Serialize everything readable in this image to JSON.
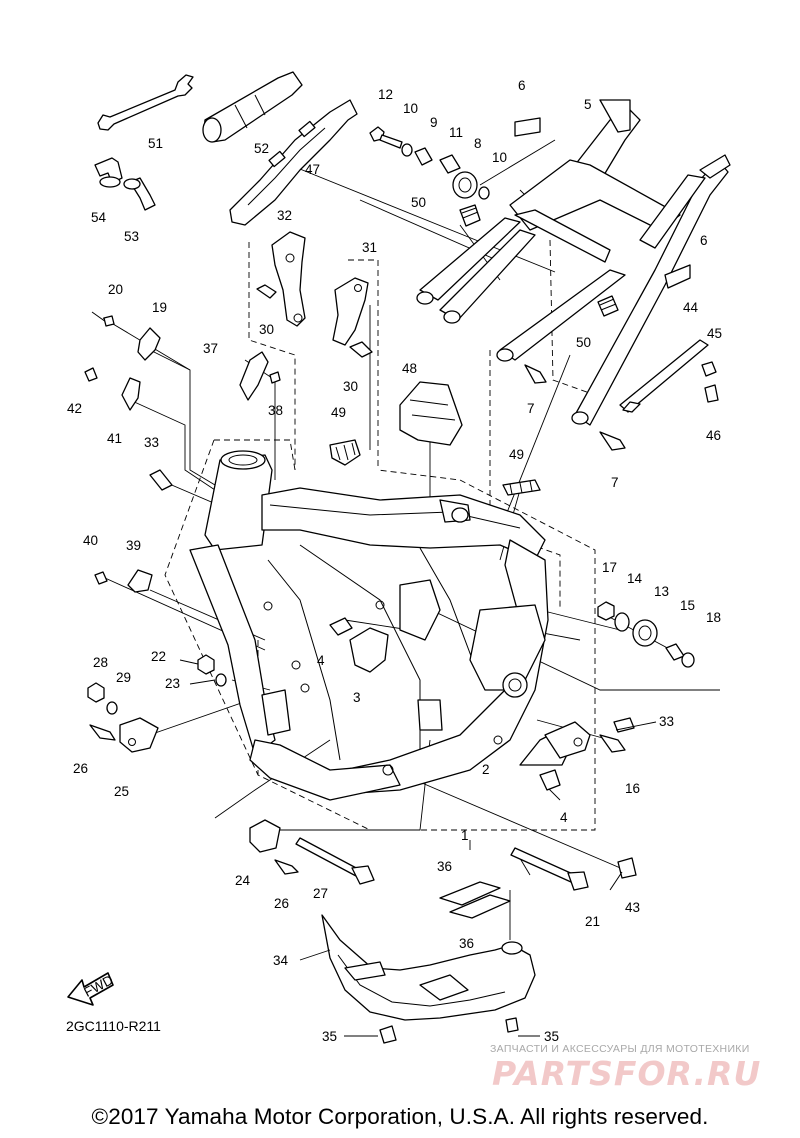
{
  "diagram": {
    "drawing_code": "2GC1110-R211",
    "copyright": "©2017 Yamaha Motor Corporation, U.S.A. All rights reserved.",
    "fwd_label": "FWD",
    "watermark": {
      "tagline": "ЗАПЧАСТИ И АКСЕССУАРЫ ДЛЯ МОТОТЕХНИКИ",
      "logo": "PARTSFOR.RU"
    },
    "callouts": [
      {
        "id": "c51",
        "text": "51"
      },
      {
        "id": "c52",
        "text": "52"
      },
      {
        "id": "c47",
        "text": "47"
      },
      {
        "id": "c54",
        "text": "54"
      },
      {
        "id": "c53",
        "text": "53"
      },
      {
        "id": "c12",
        "text": "12"
      },
      {
        "id": "c10a",
        "text": "10"
      },
      {
        "id": "c9",
        "text": "9"
      },
      {
        "id": "c11",
        "text": "11"
      },
      {
        "id": "c8",
        "text": "8"
      },
      {
        "id": "c10b",
        "text": "10"
      },
      {
        "id": "c6a",
        "text": "6"
      },
      {
        "id": "c5",
        "text": "5"
      },
      {
        "id": "c50a",
        "text": "50"
      },
      {
        "id": "c32",
        "text": "32"
      },
      {
        "id": "c31",
        "text": "31"
      },
      {
        "id": "c6b",
        "text": "6"
      },
      {
        "id": "c20",
        "text": "20"
      },
      {
        "id": "c19",
        "text": "19"
      },
      {
        "id": "c30a",
        "text": "30"
      },
      {
        "id": "c30b",
        "text": "30"
      },
      {
        "id": "c44",
        "text": "44"
      },
      {
        "id": "c45",
        "text": "45"
      },
      {
        "id": "c50b",
        "text": "50"
      },
      {
        "id": "c37",
        "text": "37"
      },
      {
        "id": "c48",
        "text": "48"
      },
      {
        "id": "c42",
        "text": "42"
      },
      {
        "id": "c38",
        "text": "38"
      },
      {
        "id": "c7a",
        "text": "7"
      },
      {
        "id": "c46",
        "text": "46"
      },
      {
        "id": "c41",
        "text": "41"
      },
      {
        "id": "c49a",
        "text": "49"
      },
      {
        "id": "c33a",
        "text": "33"
      },
      {
        "id": "c7b",
        "text": "7"
      },
      {
        "id": "c49b",
        "text": "49"
      },
      {
        "id": "c40",
        "text": "40"
      },
      {
        "id": "c39",
        "text": "39"
      },
      {
        "id": "c17",
        "text": "17"
      },
      {
        "id": "c14",
        "text": "14"
      },
      {
        "id": "c13",
        "text": "13"
      },
      {
        "id": "c15",
        "text": "15"
      },
      {
        "id": "c18",
        "text": "18"
      },
      {
        "id": "c4a",
        "text": "4"
      },
      {
        "id": "c22",
        "text": "22"
      },
      {
        "id": "c28",
        "text": "28"
      },
      {
        "id": "c29",
        "text": "29"
      },
      {
        "id": "c23",
        "text": "23"
      },
      {
        "id": "c3",
        "text": "3"
      },
      {
        "id": "c33b",
        "text": "33"
      },
      {
        "id": "c26a",
        "text": "26"
      },
      {
        "id": "c25",
        "text": "25"
      },
      {
        "id": "c2",
        "text": "2"
      },
      {
        "id": "c16",
        "text": "16"
      },
      {
        "id": "c4b",
        "text": "4"
      },
      {
        "id": "c1",
        "text": "1"
      },
      {
        "id": "c24",
        "text": "24"
      },
      {
        "id": "c27",
        "text": "27"
      },
      {
        "id": "c26b",
        "text": "26"
      },
      {
        "id": "c43",
        "text": "43"
      },
      {
        "id": "c36a",
        "text": "36"
      },
      {
        "id": "c21",
        "text": "21"
      },
      {
        "id": "c36b",
        "text": "36"
      },
      {
        "id": "c34",
        "text": "34"
      },
      {
        "id": "c35a",
        "text": "35"
      },
      {
        "id": "c35b",
        "text": "35"
      }
    ]
  }
}
